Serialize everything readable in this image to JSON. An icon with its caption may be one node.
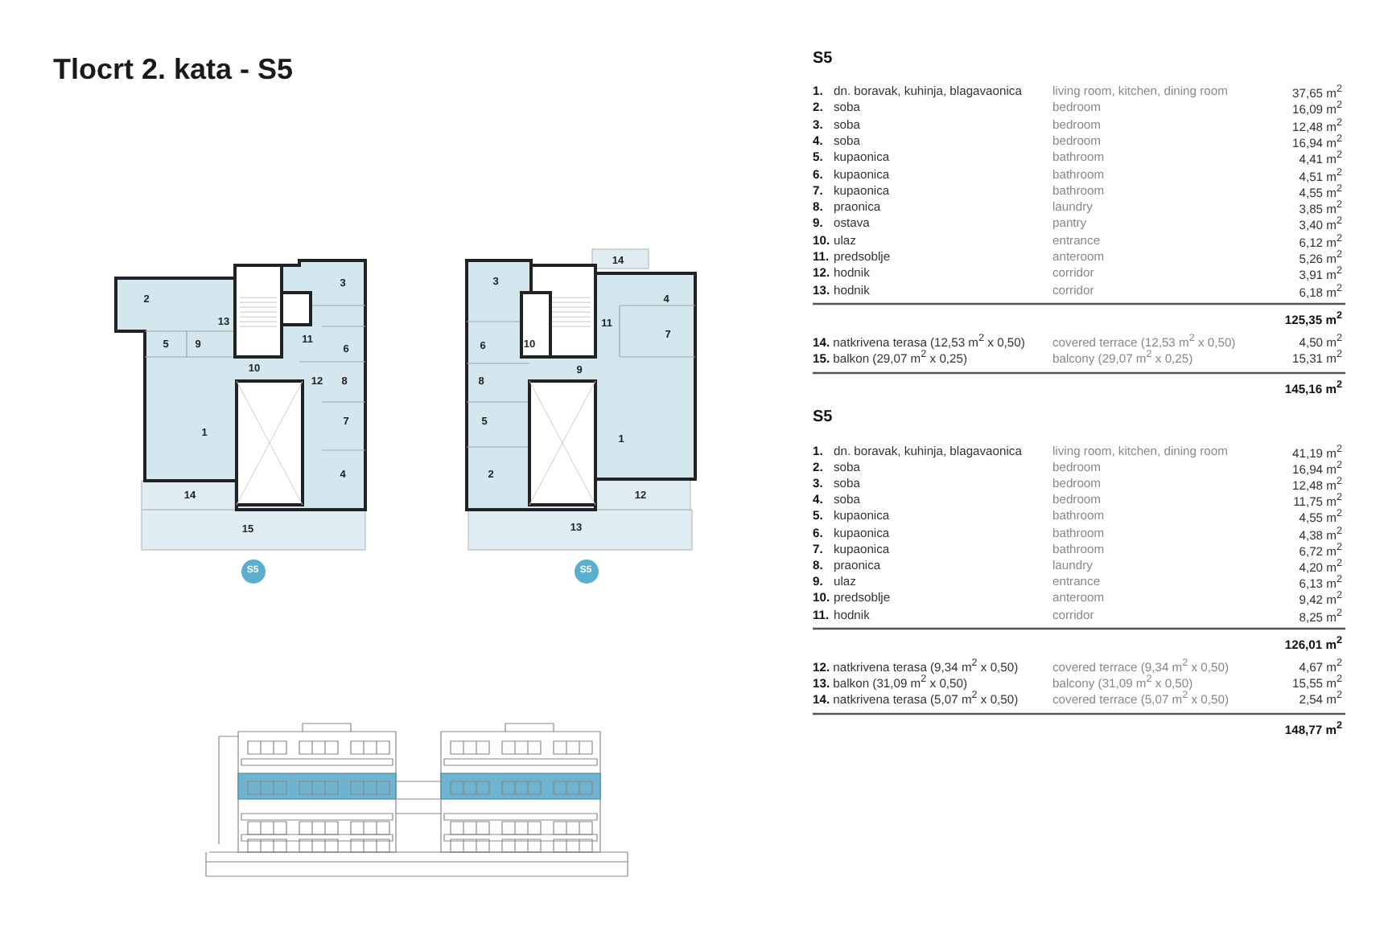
{
  "diagram": {
    "nodes": [
      {
        "text": [
          "S5"
        ]
      },
      {
        "text": [
          "S5"
        ]
      }
    ],
    "labels": [
      "Tlocrt 2. kata - **S5**",
      "1",
      "2",
      "3",
      "4",
      "5",
      "6",
      "7",
      "8",
      "9",
      "10",
      "11",
      "12",
      "13",
      "14",
      "15",
      "1",
      "2",
      "3",
      "4",
      "5",
      "6",
      "7",
      "8",
      "9",
      "10",
      "11",
      "12",
      "13",
      "14",
      "S5",
      "1.",
      "dn. boravak, kuhinja, blagavaonica",
      "living room, kitchen, dining room",
      "37,65 m$^{2}$",
      "2.",
      "soba",
      "bedroom",
      "16,09 m$^{2}$",
      "3.",
      "soba",
      "bedroom",
      "12,48 m$^{2}$",
      "4.",
      "soba",
      "bedroom",
      "16,94 m$^{2}$",
      "5.",
      "kupaonica",
      "bathroom",
      "4,41 m$^{2}$",
      "6.",
      "kupaonica",
      "bathroom",
      "4,51 m$^{2}$",
      "7.",
      "kupaonica",
      "bathroom",
      "4,55 m$^{2}$",
      "8.",
      "praonica",
      "laundry",
      "3,85 m$^{2}$",
      "9.",
      "ostava",
      "pantry",
      "3,40 m$^{2}$",
      "10.",
      "ulaz",
      "entrance",
      "6,12 m$^{2}$",
      "11.",
      "predsoblje",
      "anteroom",
      "5,26 m$^{2}$",
      "12.",
      "hodnik",
      "corridor",
      "3,91 m$^{2}$",
      "13.",
      "hodnik",
      "corridor",
      "6,18 m$^{2}$",
      "125,35 m$^{2}$",
      "**14.** natkrivena terasa (12,53 m$^{2}$ x 0,50)",
      "covered terrace (12,53 m$^{2}$ x 0,50)",
      "4,50 m$^{2}$",
      "**15.** balkon (29,07 m$^{2}$ x 0,25)",
      "balcony (29,07 m$^{2}$ x 0,25)",
      "15,31 m$^{2}$",
      "145,16 m$^{2}$",
      "S5",
      "1.",
      "dn. boravak, kuhinja, blagavaonica",
      "living room, kitchen, dining room",
      "41,19 m$^{2}$",
      "2.",
      "soba",
      "bedroom",
      "16,94 m$^{2}$",
      "3.",
      "soba",
      "bedroom",
      "12,48 m$^{2}$",
      "4.",
      "soba",
      "bedroom",
      "11,75 m$^{2}$",
      "5.",
      "kupaonica",
      "bathroom",
      "4,55 m$^{2}$",
      "6.",
      "kupaonica",
      "bathroom",
      "4,38 m$^{2}$",
      "7.",
      "kupaonica",
      "bathroom",
      "6,72 m$^{2}$",
      "8.",
      "praonica",
      "laundry",
      "4,20 m$^{2}$",
      "9.",
      "ulaz",
      "entrance",
      "6,13 m$^{2}$",
      "10.",
      "predsoblje",
      "anteroom",
      "9,42 m$^{2}$",
      "11.",
      "hodnik",
      "corridor",
      "8,25 m$^{2}$",
      "126,01 m$^{2}$",
      "**12.** natkrivena terasa (9,34 m$^{2}$ x 0,50)",
      "covered terrace (9,34 m$^{2}$ x 0,50)",
      "4,67 m$^{2}$",
      "**13.** balkon (31,09 m$^{2}$ x 0,50)",
      "balcony (31,09 m$^{2}$ x 0,50)",
      "15,55 m$^{2}$",
      "**14.** natkrivena terasa (5,07 m$^{2}$ x 0,50)",
      "covered terrace (5,07 m$^{2}$ x 0,50)",
      "2,54 m$^{2}$",
      "148,77 m$^{2}$"
    ]
  }
}
